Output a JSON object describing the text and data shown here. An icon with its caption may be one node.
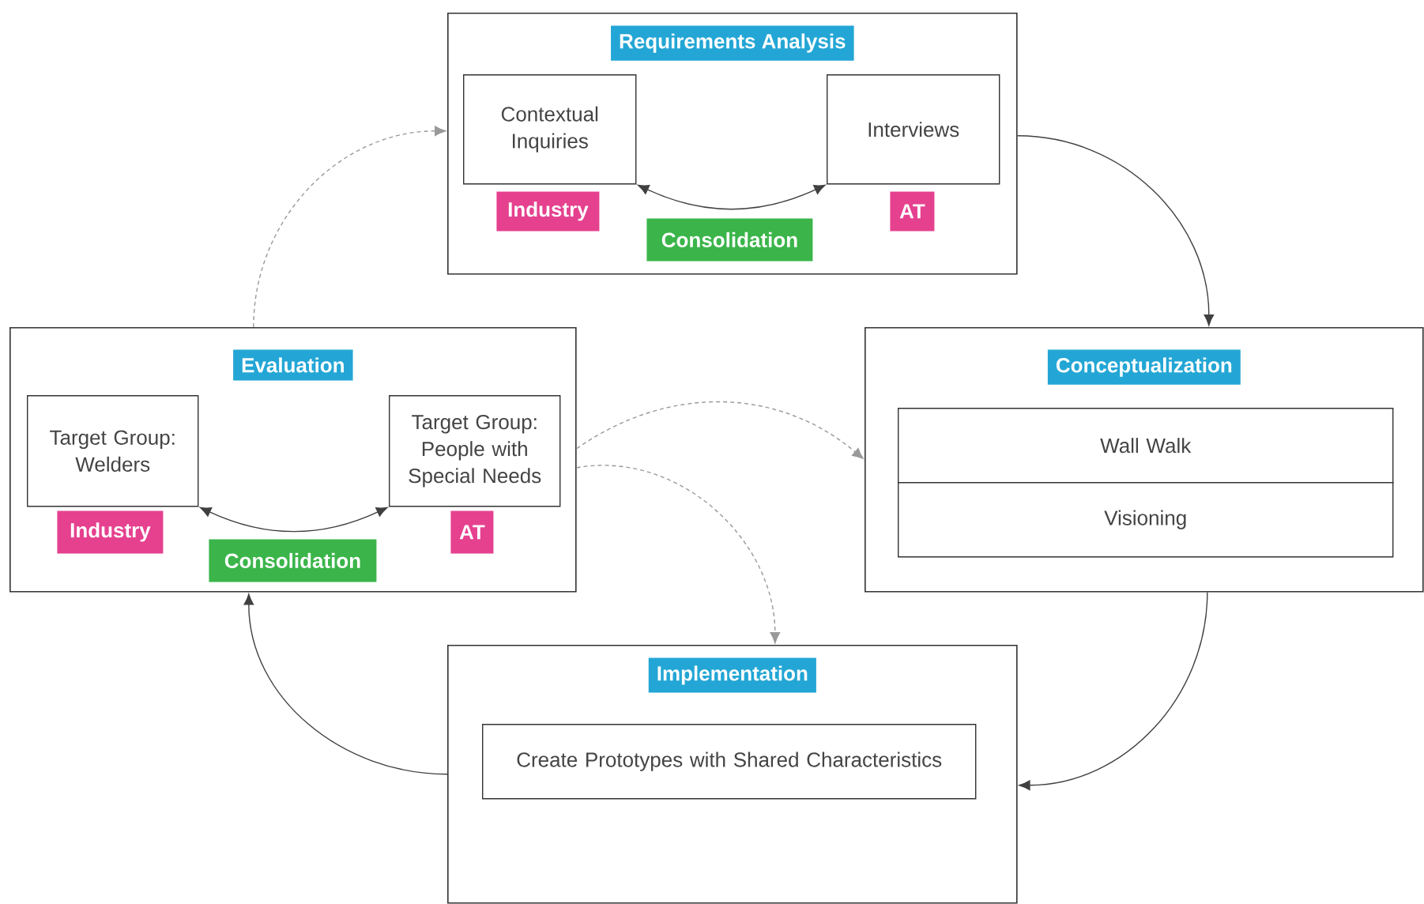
{
  "diagram": {
    "nodes": [
      {
        "text": [
          "Requirements Analysis"
        ]
      },
      {
        "text": [
          "Contextual Inquiries"
        ],
        "in": 0
      },
      {
        "text": [
          "Interviews"
        ],
        "in": 0
      },
      {
        "text": [
          "Industry"
        ],
        "in": 0
      },
      {
        "text": [
          "AT"
        ],
        "in": 0
      },
      {
        "text": [
          "Consolidation"
        ],
        "in": 0
      },
      {
        "text": [
          "Evaluation"
        ]
      },
      {
        "text": [
          "Target Group: Welders"
        ],
        "in": 6
      },
      {
        "text": [
          "Target Group: People with Special Needs"
        ],
        "in": 6
      },
      {
        "text": [
          "Industry"
        ],
        "in": 6
      },
      {
        "text": [
          "AT"
        ],
        "in": 6
      },
      {
        "text": [
          "Consolidation"
        ],
        "in": 6
      },
      {
        "text": [
          "Conceptualization"
        ]
      },
      {
        "text": [
          "Wall Walk"
        ],
        "in": 12
      },
      {
        "text": [
          "Visioning"
        ],
        "in": 12
      },
      {
        "text": [
          "Implementation"
        ]
      },
      {
        "text": [
          "Create Prototypes with Shared Characteristics"
        ],
        "in": 15
      }
    ],
    "edges": [
      {
        "from": 1,
        "to": 2,
        "arrow": "both"
      },
      {
        "from": 7,
        "to": 8,
        "arrow": "both"
      },
      {
        "from": 0,
        "to": 12,
        "arrow": "to"
      },
      {
        "from": 12,
        "to": 15,
        "arrow": "to"
      },
      {
        "from": 15,
        "to": 6,
        "arrow": "to"
      },
      {
        "from": 6,
        "to": 0,
        "arrow": "to",
        "style": "dashed",
        "color": "#999999"
      },
      {
        "from": 6,
        "to": 12,
        "arrow": "to",
        "style": "dashed",
        "color": "#999999"
      },
      {
        "from": 6,
        "to": 15,
        "arrow": "to",
        "style": "dashed",
        "color": "#999999"
      }
    ]
  }
}
